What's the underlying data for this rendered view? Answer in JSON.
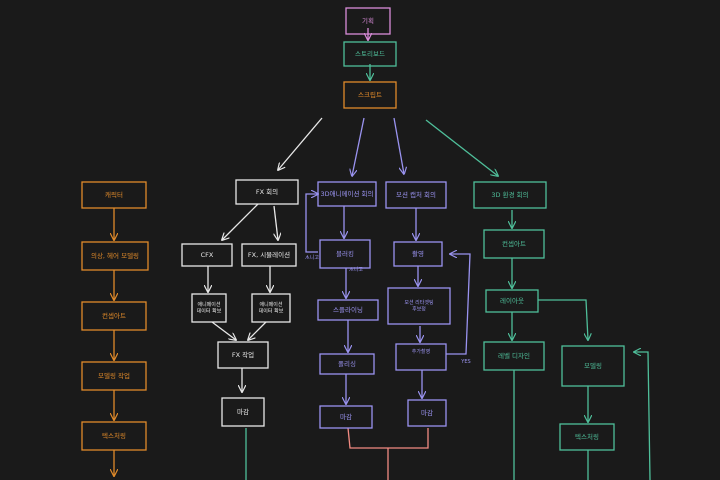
{
  "colors": {
    "background": "#1a1a1a",
    "pink": "#d98cd9",
    "teal": "#4fbf9a",
    "orange": "#e08a2a",
    "white": "#e8e8e8",
    "purple": "#9a93f0",
    "salmon": "#f28b82"
  },
  "nodes": {
    "plan": "기획",
    "storyboard": "스토리보드",
    "script": "스크립트",
    "fx_meeting": "FX 회의",
    "anim_meeting": "3D애니메이션 회의",
    "mocap_meeting": "모션 캡처 회의",
    "env_meeting": "3D 환경 회의",
    "character": "캐릭터",
    "costume": "의상, 헤어 모델링",
    "concept_left": "컨셉아트",
    "modeling_work": "모델링 작업",
    "texturing_left": "텍스처링",
    "cfx": "CFX",
    "fx_sim": "FX, 시뮬레이션",
    "anim_data_1": "애니메이션\n데이터 확보",
    "anim_data_2": "애니메이션\n데이터 확보",
    "fx_work": "FX 작업",
    "finish_fx": "마감",
    "blocking": "블러킹",
    "spline": "스플라이닝",
    "polish": "폴리싱",
    "finish_anim": "마감",
    "shoot": "촬영",
    "retarget": "모션 리타겟팅\n후보정",
    "extra_shoot": "추가촬영",
    "finish_mocap": "마감",
    "concept_right": "컨셉아트",
    "layout": "레이아웃",
    "level_design": "레벨 디자인",
    "modeling_right": "모델링",
    "texturing_right": "텍스처링"
  },
  "edge_labels": {
    "back_to_meeting": "ᗑ니고",
    "to_spline": "ᗑ니고",
    "yes": "YES"
  }
}
